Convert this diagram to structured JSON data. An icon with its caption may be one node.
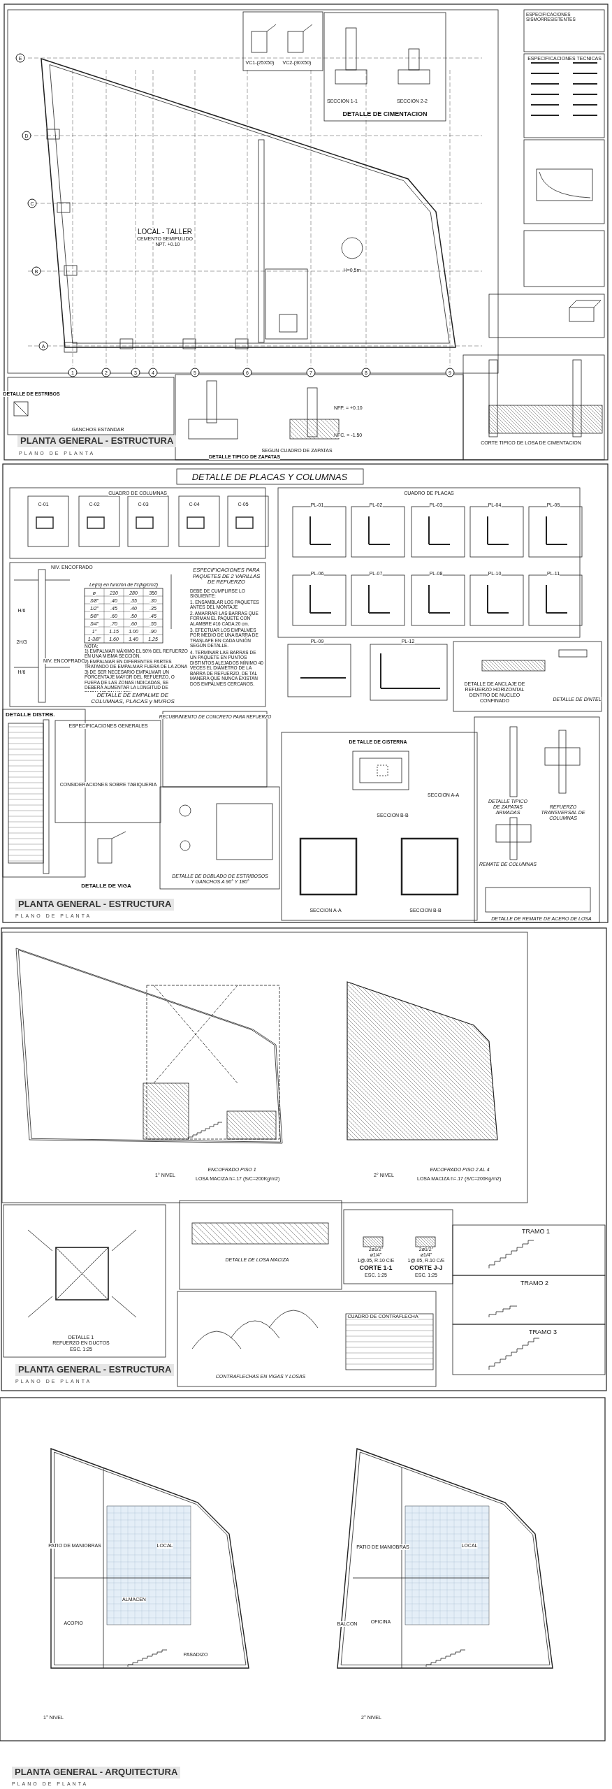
{
  "diagram": {
    "labels": [
      "DETALLE DE CIMENTACION",
      "SECCION 1-1",
      "SECCION 2-2",
      "VC1-(25X50)",
      "VC2-(30X50)",
      "ESPECIFICACIONES SISMORRESISTENTES",
      "ESPECIFICACIONES TECNICAS",
      "LOCAL - TALLER",
      "CEMENTO SEMIPULIDO",
      "NPT. +0.10",
      "H=0,5m",
      "1",
      "2",
      "3",
      "4",
      "5",
      "6",
      "7",
      "8",
      "9",
      "E",
      "D",
      "C",
      "B",
      "A",
      "DETALLE DE ESTRIBOS",
      "GANCHOS ESTANDAR",
      "NFP. = +0.10",
      "NFC. = -1.50",
      "SEGUN CUADRO DE ZAPATAS",
      "DETALLE TIPICO DE ZAPATAS",
      "CORTE TIPICO DE LOSA DE CIMENTACION",
      "PLANTA GENERAL - ESTRUCTURA",
      "PLANO DE PLANTA",
      "DETALLE DE PLACAS Y COLUMNAS",
      "CUADRO DE COLUMNAS",
      "C-01",
      "C-02",
      "C-03",
      "C-04",
      "C-05",
      "CUADRO DE PLACAS",
      "PL-01",
      "PL-02",
      "PL-03",
      "PL-04",
      "PL-05",
      "PL-06",
      "PL-07",
      "PL-08",
      "PL-10",
      "PL-11",
      "PL-09",
      "PL-12",
      "NIV. ENCOFRADO",
      "NIV. ENCOFRADO",
      "H/6",
      "2H/3",
      "H/6",
      "Le(m) en función de f'c(kg/cm2)",
      "ø",
      "210",
      "280",
      "350",
      "3/8\"",
      ".40",
      ".35",
      ".30",
      "1/2\"",
      ".45",
      ".40",
      ".35",
      "5/8\"",
      ".60",
      ".50",
      ".45",
      "3/4\"",
      ".70",
      ".60",
      ".55",
      "1\"",
      "1.15",
      "1.00",
      ".90",
      "1-3/8\"",
      "1.60",
      "1.40",
      "1.25",
      "ESPECIFICACIONES PARA PAQUETES DE 2 VARILLAS DE REFUERZO",
      "DEBE DE CUMPLIRSE LO SIGUIENTE:",
      "1. ENSAMBLAR LOS PAQUETES ANTES DEL MONTAJE",
      "2. AMARRAR LAS BARRAS QUE FORMAN EL PAQUETE CON ALAMBRE #16 CADA 20 cm.",
      "3. EFECTUAR LOS EMPALMES POR MEDIO DE UNA BARRA DE TRASLAPE EN CADA UNIÓN SEGÚN DETALLE.",
      "4. TERMINAR LAS BARRAS DE UN PAQUETE EN PUNTOS DISTINTOS ALEJADOS MÍNIMO 40 VECES EL DIÁMETRO DE LA BARRA DE REFUERZO, DE TAL MANERA QUE NUNCA EXISTAN DOS EMPALMES CERCANOS.",
      "NOTA:",
      "1) EMPALMAR MÁXIMO EL 50% DEL REFUERZO EN UNA MISMA SECCIÓN.",
      "2) EMPALMAR EN DIFERENTES PARTES TRATANDO DE EMPALMAR FUERA DE LA ZONA DE CONFINAMIENTO.",
      "3) DE SER NECESARIO EMPALMAR UN PORCENTAJE MAYOR DEL REFUERZO, O FUERA DE LAS ZONAS INDICADAS, SE DEBERÁ AUMENTAR LA LONGITUD DE EMPALME EN UN 30%.",
      "DETALLE DE EMPALME DE COLUMNAS, PLACAS y MUROS",
      "DETALLE DE ANCLAJE DE REFUERZO HORIZONTAL DENTRO DE NUCLEO CONFINADO",
      "DETALLE DE DINTEL",
      "DETALLE DISTRB.",
      "ESPECIFICACIONES GENERALES",
      "CONSIDERACIONES SOBRE TABIQUERIA",
      "RECUBRIMIENTO DE CONCRETO PARA REFUERZO",
      "DETALLE DE VIGA",
      "DETALLE DE DOBLADO DE ESTRIBOSOS Y GANCHOS A 90° Y 180°",
      "DE TALLE DE CISTERNA",
      "SECCION A-A",
      "SECCION B-B",
      "SECCION A-A",
      "SECCION B-B",
      "DETALLE TIPICO DE ZAPATAS ARMADAS",
      "REFUERZO TRANSVERSAL DE COLUMNAS",
      "REMATE DE COLUMNAS",
      "DETALLE DE REMATE DE ACERO DE LOSA",
      "PLANTA GENERAL - ESTRUCTURA",
      "PLANO DE PLANTA",
      "ENCOFRADO PISO 1",
      "1° NIVEL",
      "LOSA MACIZA h=.17 (S/C=200Kg/m2)",
      "ENCOFRADO PISO 2 AL 4",
      "2° NIVEL",
      "LOSA MACIZA h=.17 (S/C=200Kg/m2)",
      "DETALLE 1",
      "REFUERZO EN DUCTOS",
      "ESC. 1:25",
      "DETALLE DE LOSA MACIZA",
      "2ø1/2\"",
      "ø1/4\"",
      "1@.05, R.10 C/E",
      "CORTE 1-1",
      "ESC. 1:25",
      "2ø1/2\"",
      "ø1/4\"",
      "1@.05, R.10 C/E",
      "CORTE J-J",
      "ESC. 1:25",
      "CUADRO DE CONTRAFLECHA",
      "CONTRAFLECHAS EN VIGAS Y LOSAS",
      "TRAMO 1",
      "TRAMO 2",
      "TRAMO 3",
      "PLANTA GENERAL - ESTRUCTURA",
      "PLANO DE PLANTA",
      "PATIO DE MANIOBRAS",
      "LOCAL",
      "ALMACEN",
      "ACOPIO",
      "PASADIZO",
      "PATIO DE MANIOBRAS",
      "LOCAL",
      "BALCON",
      "OFICINA",
      "1° NIVEL",
      "2° NIVEL",
      "PLANTA GENERAL - ARQUITECTURA",
      "PLANO DE PLANTA"
    ]
  }
}
